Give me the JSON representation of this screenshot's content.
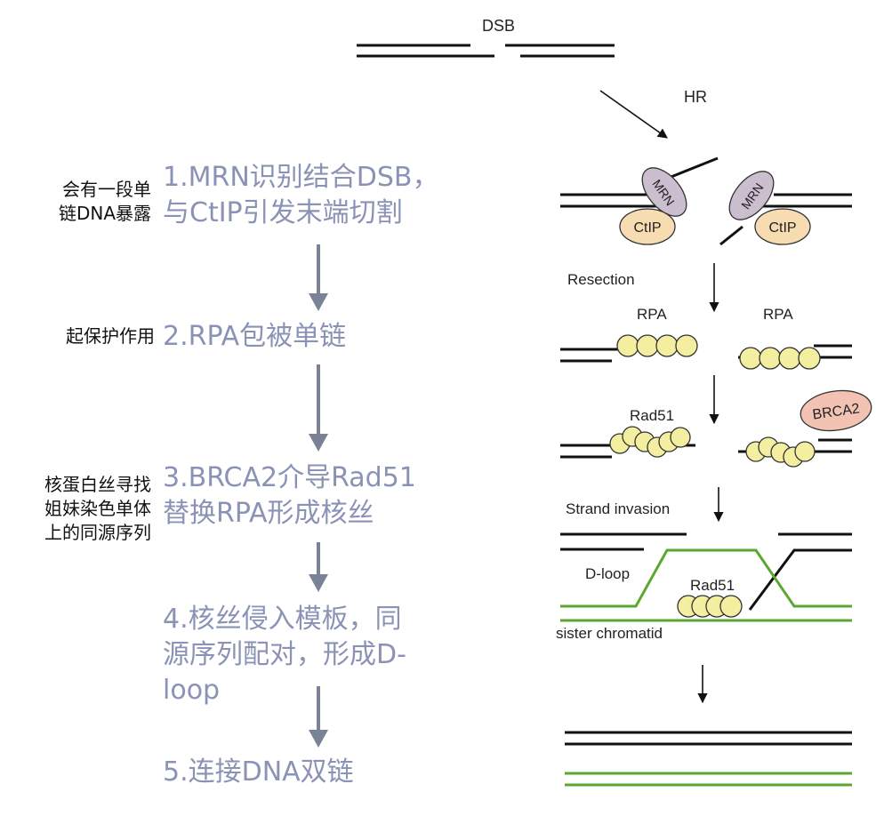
{
  "steps": [
    {
      "text": "1.MRN识别结合DSB，\n与CtIP引发末端切割"
    },
    {
      "text": "2.RPA包被单链"
    },
    {
      "text": "3.BRCA2介导Rad51\n替换RPA形成核丝"
    },
    {
      "text": "4.核丝侵入模板，同\n源序列配对，形成D-\nloop"
    },
    {
      "text": "5.连接DNA双链"
    }
  ],
  "notes": [
    {
      "text": "会有一段单\n链DNA暴露"
    },
    {
      "text": "起保护作用"
    },
    {
      "text": "核蛋白丝寻找\n姐妹染色单体\n上的同源序列"
    }
  ],
  "diagram": {
    "dsb": "DSB",
    "hr": "HR",
    "mrn": "MRN",
    "ctip": "CtIP",
    "resection": "Resection",
    "rpa": "RPA",
    "rad51": "Rad51",
    "brca2": "BRCA2",
    "strand_invasion": "Strand invasion",
    "dloop": "D-loop",
    "sister": "sister chromatid"
  },
  "colors": {
    "step_text": "#8a93b5",
    "flow_arrow": "#7a8296",
    "protein_yellow": "#f4efa0",
    "mrn_fill": "#cbbfcf",
    "ctip_fill": "#f6dcb0",
    "brca2_fill": "#f2c2b2",
    "sister_green": "#5aa832"
  }
}
